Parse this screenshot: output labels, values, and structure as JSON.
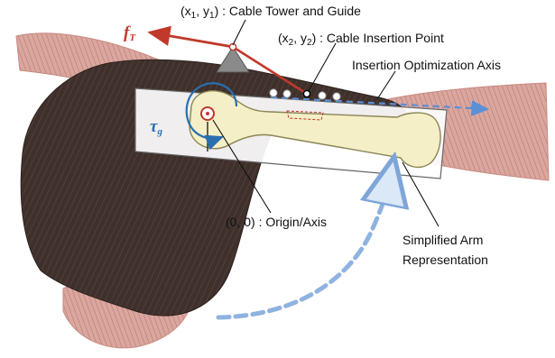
{
  "labels": {
    "tower": {
      "pre": "(x",
      "s1": "1",
      "mid": ", y",
      "s2": "1",
      "post": ") : Cable Tower and Guide"
    },
    "insertion": {
      "pre": "(x",
      "s1": "2",
      "mid": ", y",
      "s2": "2",
      "post": ") : Cable Insertion Point"
    },
    "optimization_axis": "Insertion Optimization Axis",
    "origin": "(0, 0) : Origin/Axis",
    "arm_line1": "Simplified Arm",
    "arm_line2": "Representation",
    "force": {
      "base": "f",
      "sub": "T"
    },
    "torque": {
      "base": "τ",
      "sub": "g"
    }
  },
  "colors": {
    "force": "#c0392b",
    "torque": "#2a6fb0",
    "axis_arrow": "#5b8fd6",
    "skin": "#f2dcd8",
    "muscle_dark": "#4a3a35",
    "muscle_red": "#c98a80"
  }
}
